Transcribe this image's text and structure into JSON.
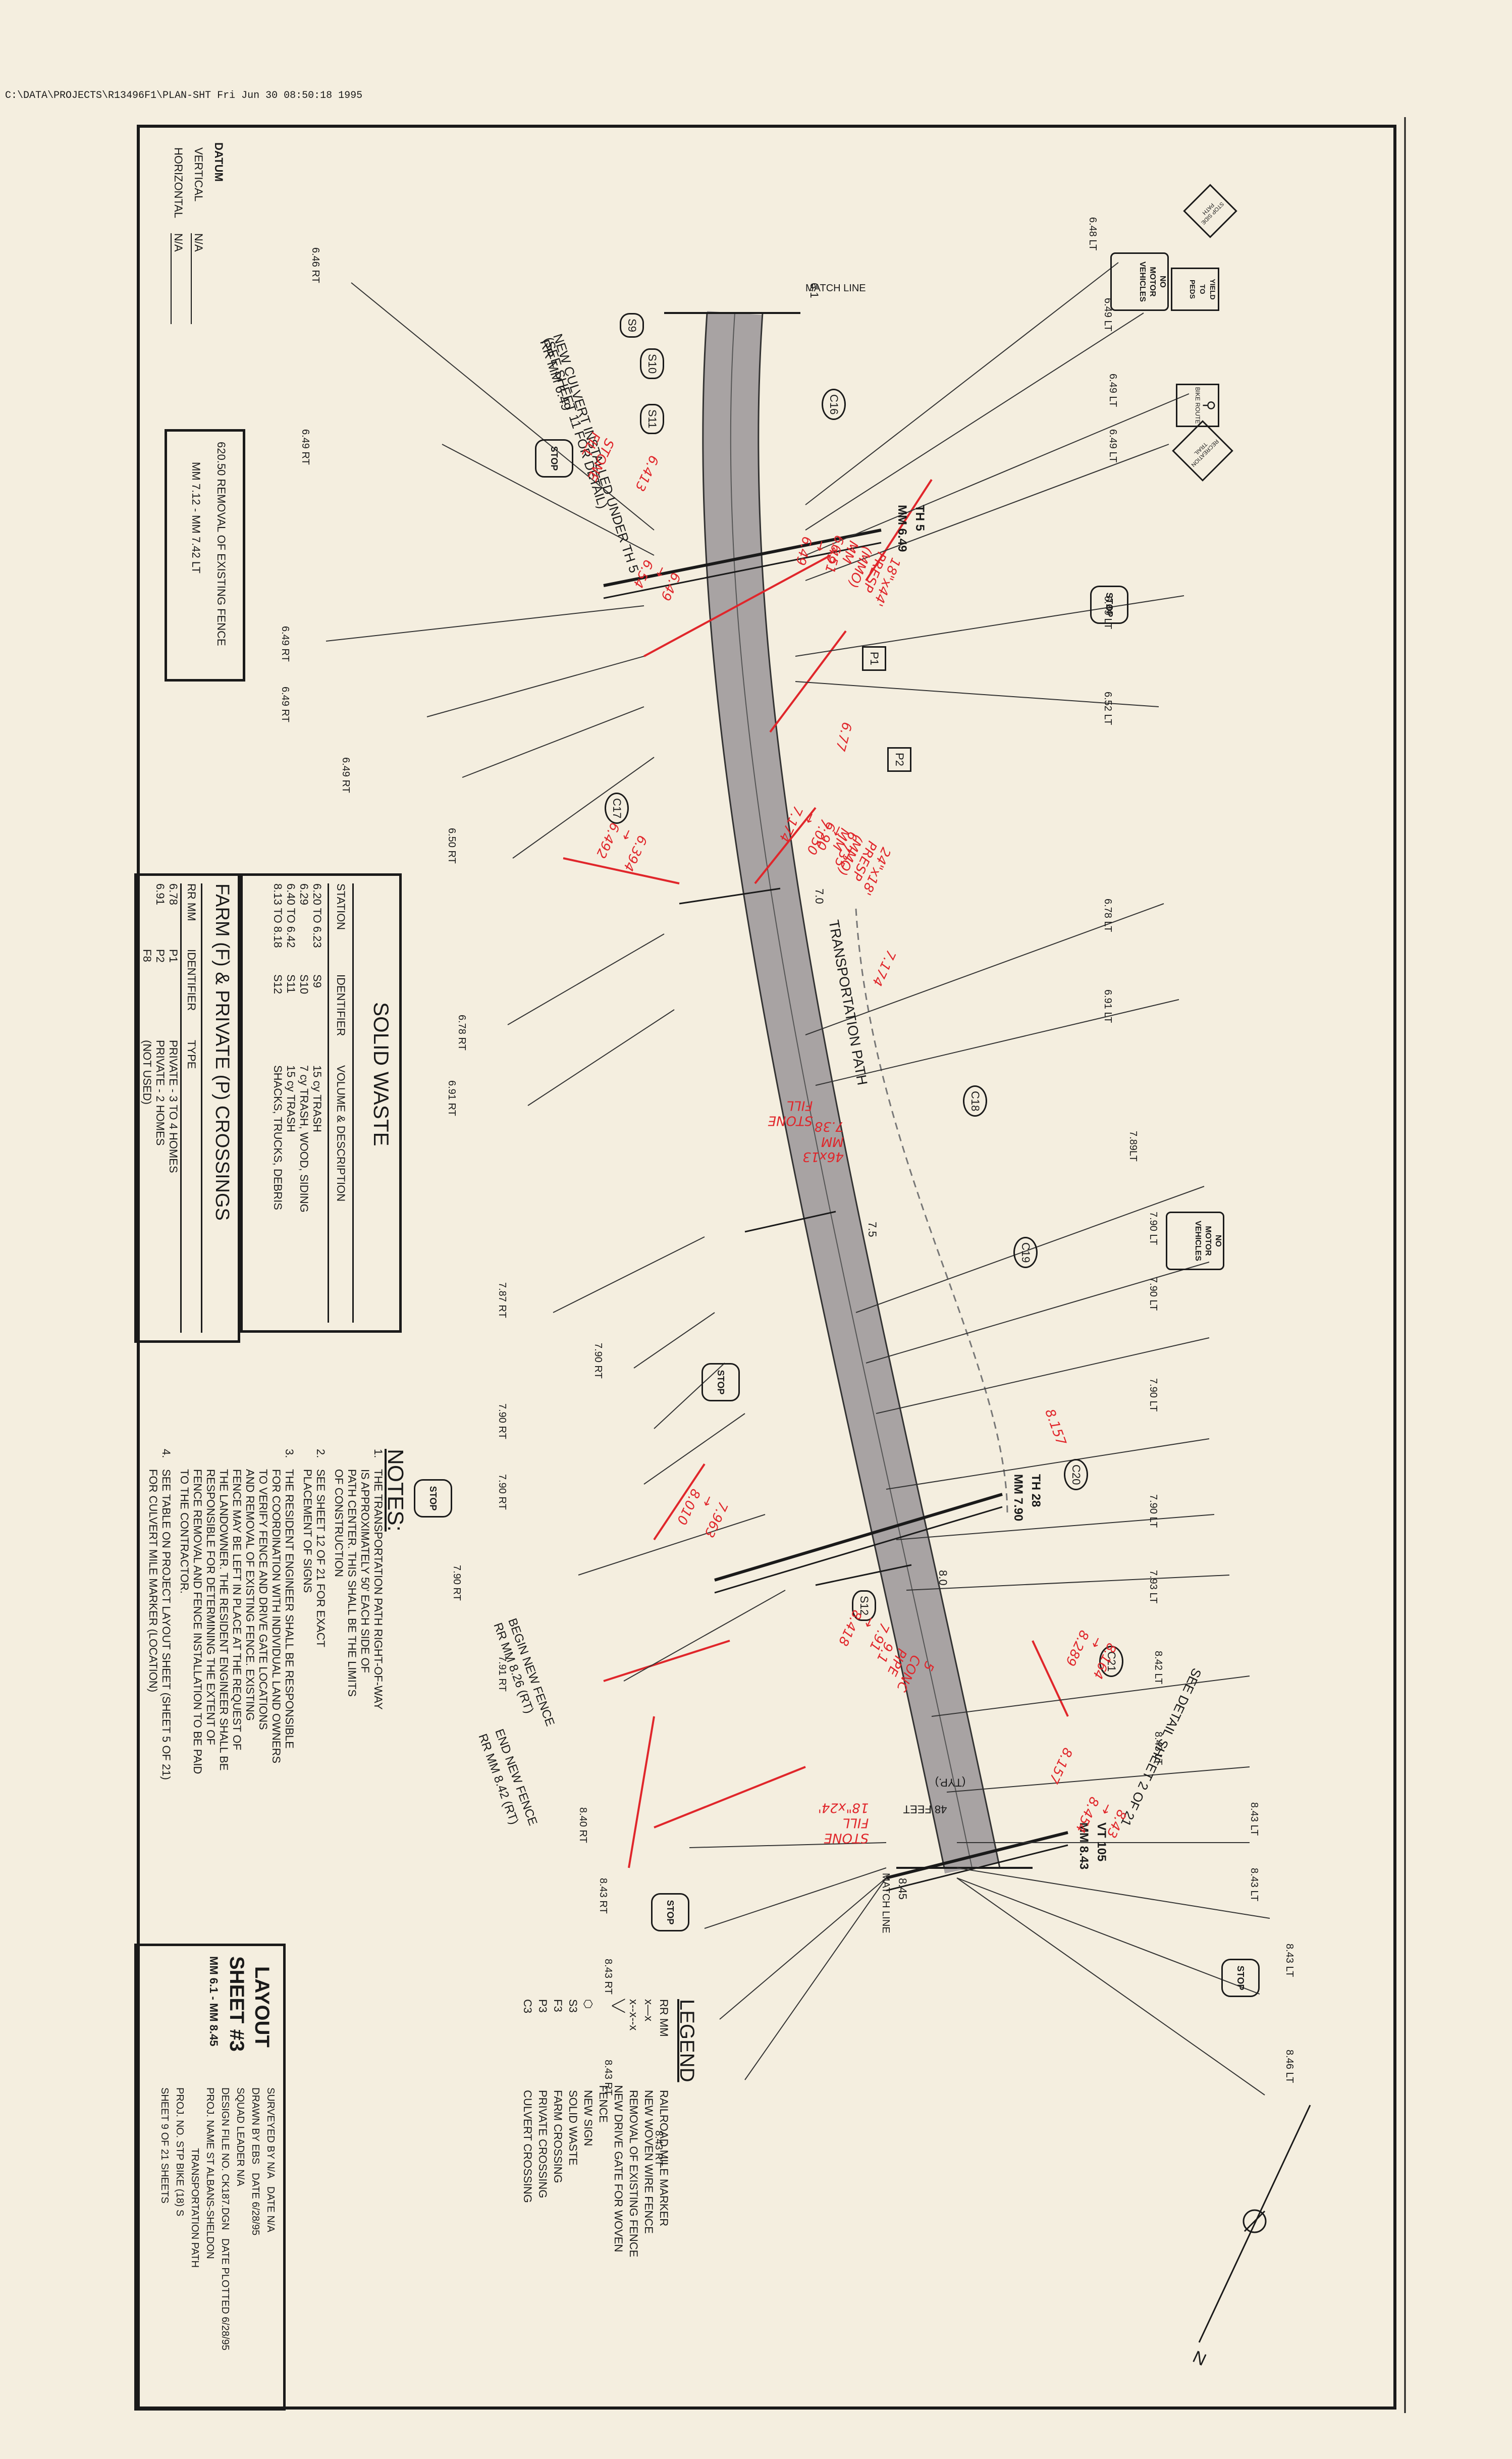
{
  "file_path": "C:\\DATA\\PROJECTS\\R13496F1\\PLAN-SHT  Fri Jun 30 08:50:18 1995",
  "datum": {
    "title": "DATUM",
    "vertical_label": "VERTICAL",
    "vertical_value": "N/A",
    "horizontal_label": "HORIZONTAL",
    "horizontal_value": "N/A"
  },
  "fence_box": {
    "line1": "620.50 REMOVAL OF EXISTING FENCE",
    "line2": "MM 7.12 - MM 7.42 LT"
  },
  "solid_waste": {
    "title": "SOLID WASTE",
    "headers": [
      "STATION",
      "IDENTIFIER",
      "VOLUME & DESCRIPTION"
    ],
    "rows": [
      [
        "6.20 TO 6.23",
        "S9",
        "15 cy TRASH"
      ],
      [
        "6.29",
        "S10",
        "7 cy TRASH, WOOD, SIDING"
      ],
      [
        "6.40 TO 6.42",
        "S11",
        "15 cy TRASH"
      ],
      [
        "8.13 TO 8.18",
        "S12",
        "SHACKS, TRUCKS, DEBRIS"
      ]
    ]
  },
  "crossings": {
    "title": "FARM (F) & PRIVATE (P) CROSSINGS",
    "headers": [
      "RR MM",
      "IDENTIFIER",
      "TYPE"
    ],
    "rows": [
      [
        "6.78",
        "P1",
        "PRIVATE - 3 TO 4 HOMES"
      ],
      [
        "6.91",
        "P2",
        "PRIVATE - 2 HOMES"
      ],
      [
        "",
        "F8",
        "(NOT USED)"
      ]
    ]
  },
  "notes": {
    "title": "NOTES:",
    "items": [
      {
        "num": "1.",
        "lines": [
          "THE TRANSPORTATION PATH RIGHT-OF-WAY",
          "IS APPROXIMATELY 50' EACH SIDE OF",
          "PATH CENTER. THIS SHALL BE THE LIMITS",
          "OF CONSTRUCTION"
        ]
      },
      {
        "num": "2.",
        "lines": [
          "SEE SHEET 12 OF 21 FOR EXACT",
          "PLACEMENT OF SIGNS"
        ]
      },
      {
        "num": "3.",
        "lines": [
          "THE RESIDENT ENGINEER SHALL BE RESPONSIBLE",
          "FOR COORDINATION WITH INDIVIDUAL LAND OWNERS",
          "TO VERIFY FENCE AND DRIVE GATE LOCATIONS",
          "AND REMOVAL OF EXISTING FENCE. EXISTING",
          "FENCE MAY BE LEFT IN PLACE AT THE REQUEST OF",
          "THE LANDOWNER. THE RESIDENT ENGINEER SHALL BE",
          "RESPONSIBLE FOR DETERMINING THE EXTENT OF",
          "FENCE REMOVAL AND FENCE INSTALLATION TO BE PAID",
          "TO THE CONTRACTOR."
        ]
      },
      {
        "num": "4.",
        "lines": [
          "SEE TABLE ON PROJECT LAYOUT SHEET (SHEET 5 OF 21)",
          "FOR CULVERT MILE MARKER (LOCATION)"
        ]
      }
    ]
  },
  "legend": {
    "title": "LEGEND",
    "items": [
      {
        "symbol": "RR MM",
        "label": "RAILROAD MILE MARKER"
      },
      {
        "symbol": "x—x",
        "label": "NEW WOVEN WIRE FENCE"
      },
      {
        "symbol": "x--x--x",
        "label": "REMOVAL OF EXISTING FENCE"
      },
      {
        "symbol": "gate",
        "label": "NEW DRIVE GATE FOR WOVEN FENCE"
      },
      {
        "symbol": "sign",
        "label": "NEW SIGN"
      },
      {
        "symbol": "S3",
        "label": "SOLID WASTE"
      },
      {
        "symbol": "F3",
        "label": "FARM CROSSING"
      },
      {
        "symbol": "P3",
        "label": "PRIVATE CROSSING"
      },
      {
        "symbol": "C3",
        "label": "CULVERT CROSSING"
      }
    ]
  },
  "title_block": {
    "layout": "LAYOUT",
    "sheet": "SHEET #3",
    "range": "MM 6.1 - MM 8.45",
    "surveyed_by_label": "SURVEYED BY",
    "surveyed_by": "N/A",
    "date1_label": "DATE",
    "date1": "N/A",
    "drawn_by_label": "DRAWN BY",
    "drawn_by": "EBS",
    "date2_label": "DATE",
    "date2": "6/28/95",
    "squad_leader_label": "SQUAD LEADER",
    "squad_leader": "N/A",
    "design_file_label": "DESIGN FILE NO.",
    "design_file": "CK187.DGN",
    "date_plotted_label": "DATE PLOTTED",
    "date_plotted": "6/28/95",
    "proj_name_label": "PROJ. NAME",
    "proj_name1": "ST ALBANS-SHELDON",
    "proj_name2": "TRANSPORTATION PATH",
    "proj_no_label": "PROJ. NO.",
    "proj_no": "STP BIKE (18) S",
    "sheet_label": "SHEET",
    "sheet_num": "9",
    "of_label": "OF",
    "sheet_total": "21",
    "sheets_label": "SHEETS"
  },
  "plan": {
    "match_line_left": "MATCH LINE",
    "match_line_left_mm": "6.1",
    "match_line_right": "MATCH LINE",
    "match_line_right_mm": "8.45",
    "path_label": "TRANSPORTATION PATH",
    "stations": [
      "7.0",
      "7.5",
      "8.0"
    ],
    "th5": "TH 5",
    "th5_mm": "MM 6.49",
    "th28": "TH 28",
    "th28_mm": "MM 7.90",
    "vt105": "VT 105",
    "vt105_mm": "MM 8.43",
    "culvert_note1": "NEW CULVERT INSTALLED UNDER TH 5",
    "culvert_note2": "(SEE SHEET 11 FOR DETAIL)",
    "culvert_note3": "RR MM 6.49",
    "begin_fence1": "BEGIN NEW FENCE",
    "begin_fence2": "RR MM 8.26 (RT)",
    "end_fence1": "END NEW FENCE",
    "end_fence2": "RR MM 8.42 (RT)",
    "detail_note": "SEE DETAIL SHEET 2 OF 21",
    "feet_label": "48 FEET",
    "typ_label": "(TYP.)",
    "north": "N"
  },
  "markers": [
    "S9",
    "S10",
    "S11",
    "S12",
    "C16",
    "C17",
    "C18",
    "C19",
    "C20",
    "C21",
    "P1",
    "P2"
  ],
  "sign_top_labels": [
    "6.48 LT",
    "6.49 LT",
    "6.49 LT",
    "6.49 LT",
    "6.49 LT",
    "6.52 LT",
    "6.78 LT",
    "6.91 LT",
    "7.89LT",
    "7.90 LT",
    "7.90 LT",
    "7.90 LT",
    "7.90 LT",
    "7.93 LT",
    "8.42 LT",
    "8.43 LT",
    "8.43 LT",
    "8.43 LT",
    "8.43 LT",
    "8.46 LT"
  ],
  "sign_bottom_labels": [
    "6.46 RT",
    "6.49 RT",
    "6.49 RT",
    "6.49 RT",
    "6.49 RT",
    "6.50 RT",
    "6.78 RT",
    "6.91 RT",
    "7.87 RT",
    "7.90 RT",
    "7.90 RT",
    "7.90 RT",
    "7.90 RT",
    "7.91 RT",
    "8.40 RT",
    "8.43 RT",
    "8.43 RT",
    "8.43 RT",
    "8.43 RT"
  ],
  "sign_texts": {
    "stop": "STOP",
    "no_motor": [
      "NO",
      "MOTOR",
      "VEHICLES"
    ],
    "yield": [
      "YIELD",
      "TO",
      "PEDS"
    ],
    "bike_route": "BIKE ROUTE",
    "rec_trail": "RECREATION TRAIL",
    "stop_side": "STOP SIDE PATH"
  },
  "redlines": [
    "6.51 → 6.49",
    "18\"x44' PRESP (MMO) MM 6.49",
    "6.49 → 6.54",
    "6.77",
    "6.735 → 7.050 → 7.174",
    "24\"x18' PRESP (MMO) MM 6.90",
    "7.174",
    "6.394 → 6.492",
    "6.413",
    "STONE FILL",
    "STONE FILL",
    "46x13 MM 7.38",
    "8.157",
    "7.963 → 8.010",
    "7.91 → 8.418",
    "8.164 → 8.289",
    "8.157",
    "8.43 → 8.454",
    "STONE FILL 18\"x24'",
    "5 CONC PIPE 9.1"
  ],
  "colors": {
    "paper": "#f4eedf",
    "ink": "#1a1a1a",
    "red": "#e0262b",
    "path": "#a8a3a3"
  }
}
